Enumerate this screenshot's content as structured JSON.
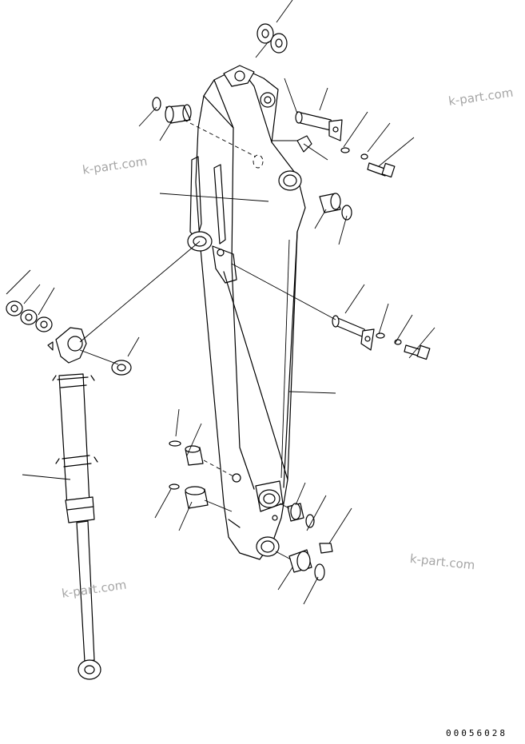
{
  "watermarks": [
    "k-part.com",
    "k-part.com",
    "k-part.com",
    "k-part.com"
  ],
  "drawing_code": "00056028",
  "colors": {
    "line": "#000000",
    "watermark": "#a6a6a6",
    "background": "#ffffff"
  }
}
